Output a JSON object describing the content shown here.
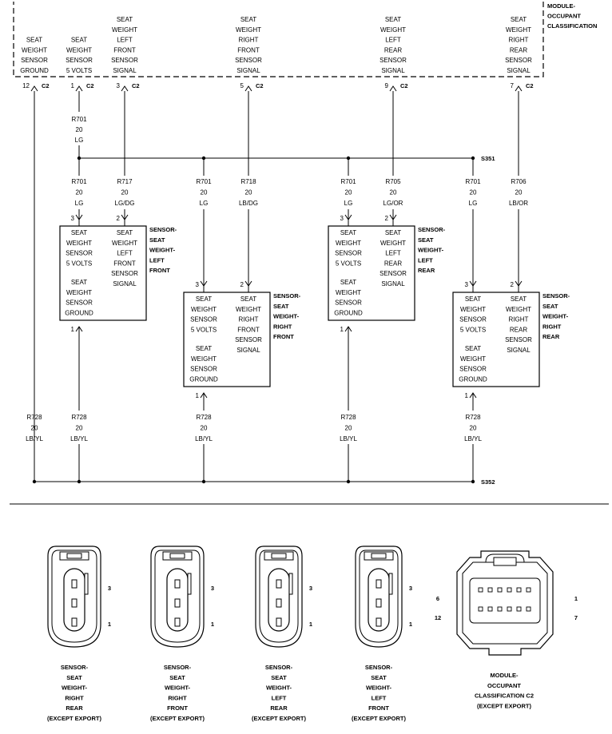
{
  "module": {
    "label": [
      "MODULE-",
      "OCCUPANT",
      "CLASSIFICATION"
    ],
    "pins": [
      {
        "text": [
          "SEAT",
          "WEIGHT",
          "SENSOR",
          "GROUND"
        ],
        "pin": "12",
        "conn": "C2"
      },
      {
        "text": [
          "SEAT",
          "WEIGHT",
          "SENSOR",
          "5 VOLTS"
        ],
        "pin": "1",
        "conn": "C2"
      },
      {
        "text": [
          "SEAT",
          "WEIGHT",
          "LEFT",
          "FRONT",
          "SENSOR",
          "SIGNAL"
        ],
        "pin": "3",
        "conn": "C2"
      },
      {
        "text": [
          "SEAT",
          "WEIGHT",
          "RIGHT",
          "FRONT",
          "SENSOR",
          "SIGNAL"
        ],
        "pin": "5",
        "conn": "C2"
      },
      {
        "text": [
          "SEAT",
          "WEIGHT",
          "LEFT",
          "REAR",
          "SENSOR",
          "SIGNAL"
        ],
        "pin": "9",
        "conn": "C2"
      },
      {
        "text": [
          "SEAT",
          "WEIGHT",
          "RIGHT",
          "REAR",
          "SENSOR",
          "SIGNAL"
        ],
        "pin": "7",
        "conn": "C2"
      }
    ]
  },
  "splices": {
    "top": "S351",
    "bottom": "S352"
  },
  "wire_labels": {
    "r701_top": [
      "R701",
      "20",
      "LG"
    ],
    "upper": [
      [
        "R701",
        "20",
        "LG"
      ],
      [
        "R717",
        "20",
        "LG/DG"
      ],
      [
        "R701",
        "20",
        "LG"
      ],
      [
        "R718",
        "20",
        "LB/DG"
      ],
      [
        "R701",
        "20",
        "LG"
      ],
      [
        "R705",
        "20",
        "LG/OR"
      ],
      [
        "R701",
        "20",
        "LG"
      ],
      [
        "R706",
        "20",
        "LB/OR"
      ]
    ],
    "lower": [
      [
        "R728",
        "20",
        "LB/YL"
      ],
      [
        "R728",
        "20",
        "LB/YL"
      ],
      [
        "R728",
        "20",
        "LB/YL"
      ],
      [
        "R728",
        "20",
        "LB/YL"
      ],
      [
        "R728",
        "20",
        "LB/YL"
      ],
      [
        "R728",
        "20",
        "LB/YL"
      ]
    ]
  },
  "sensors": [
    {
      "name": [
        "SENSOR-",
        "SEAT",
        "WEIGHT-",
        "LEFT",
        "FRONT"
      ],
      "signal": [
        "SEAT",
        "WEIGHT",
        "LEFT",
        "FRONT",
        "SENSOR",
        "SIGNAL"
      ],
      "volts": [
        "SEAT",
        "WEIGHT",
        "SENSOR",
        "5 VOLTS"
      ],
      "ground": [
        "SEAT",
        "WEIGHT",
        "SENSOR",
        "GROUND"
      ],
      "pins": [
        "3",
        "2",
        "1"
      ]
    },
    {
      "name": [
        "SENSOR-",
        "SEAT",
        "WEIGHT-",
        "RIGHT",
        "FRONT"
      ],
      "signal": [
        "SEAT",
        "WEIGHT",
        "RIGHT",
        "FRONT",
        "SENSOR",
        "SIGNAL"
      ],
      "volts": [
        "SEAT",
        "WEIGHT",
        "SENSOR",
        "5 VOLTS"
      ],
      "ground": [
        "SEAT",
        "WEIGHT",
        "SENSOR",
        "GROUND"
      ],
      "pins": [
        "3",
        "2",
        "1"
      ]
    },
    {
      "name": [
        "SENSOR-",
        "SEAT",
        "WEIGHT-",
        "LEFT",
        "REAR"
      ],
      "signal": [
        "SEAT",
        "WEIGHT",
        "LEFT",
        "REAR",
        "SENSOR",
        "SIGNAL"
      ],
      "volts": [
        "SEAT",
        "WEIGHT",
        "SENSOR",
        "5 VOLTS"
      ],
      "ground": [
        "SEAT",
        "WEIGHT",
        "SENSOR",
        "GROUND"
      ],
      "pins": [
        "3",
        "2",
        "1"
      ]
    },
    {
      "name": [
        "SENSOR-",
        "SEAT",
        "WEIGHT-",
        "RIGHT",
        "REAR"
      ],
      "signal": [
        "SEAT",
        "WEIGHT",
        "RIGHT",
        "REAR",
        "SENSOR",
        "SIGNAL"
      ],
      "volts": [
        "SEAT",
        "WEIGHT",
        "SENSOR",
        "5 VOLTS"
      ],
      "ground": [
        "SEAT",
        "WEIGHT",
        "SENSOR",
        "GROUND"
      ],
      "pins": [
        "3",
        "2",
        "1"
      ]
    }
  ],
  "connector_views": [
    {
      "caption": [
        "SENSOR-",
        "SEAT",
        "WEIGHT-",
        "RIGHT",
        "REAR",
        "(EXCEPT EXPORT)"
      ],
      "pin_top": "3",
      "pin_bottom": "1"
    },
    {
      "caption": [
        "SENSOR-",
        "SEAT",
        "WEIGHT-",
        "RIGHT",
        "FRONT",
        "(EXCEPT EXPORT)"
      ],
      "pin_top": "3",
      "pin_bottom": "1"
    },
    {
      "caption": [
        "SENSOR-",
        "SEAT",
        "WEIGHT-",
        "LEFT",
        "REAR",
        "(EXCEPT EXPORT)"
      ],
      "pin_top": "3",
      "pin_bottom": "1"
    },
    {
      "caption": [
        "SENSOR-",
        "SEAT",
        "WEIGHT-",
        "LEFT",
        "FRONT",
        "(EXCEPT EXPORT)"
      ],
      "pin_top": "3",
      "pin_bottom": "1"
    }
  ],
  "module_connector": {
    "caption": [
      "MODULE-",
      "OCCUPANT",
      "CLASSIFICATION C2",
      "(EXCEPT EXPORT)"
    ],
    "pin_labels": {
      "top_left": "6",
      "bottom_left": "12",
      "top_right": "1",
      "bottom_right": "7"
    }
  }
}
